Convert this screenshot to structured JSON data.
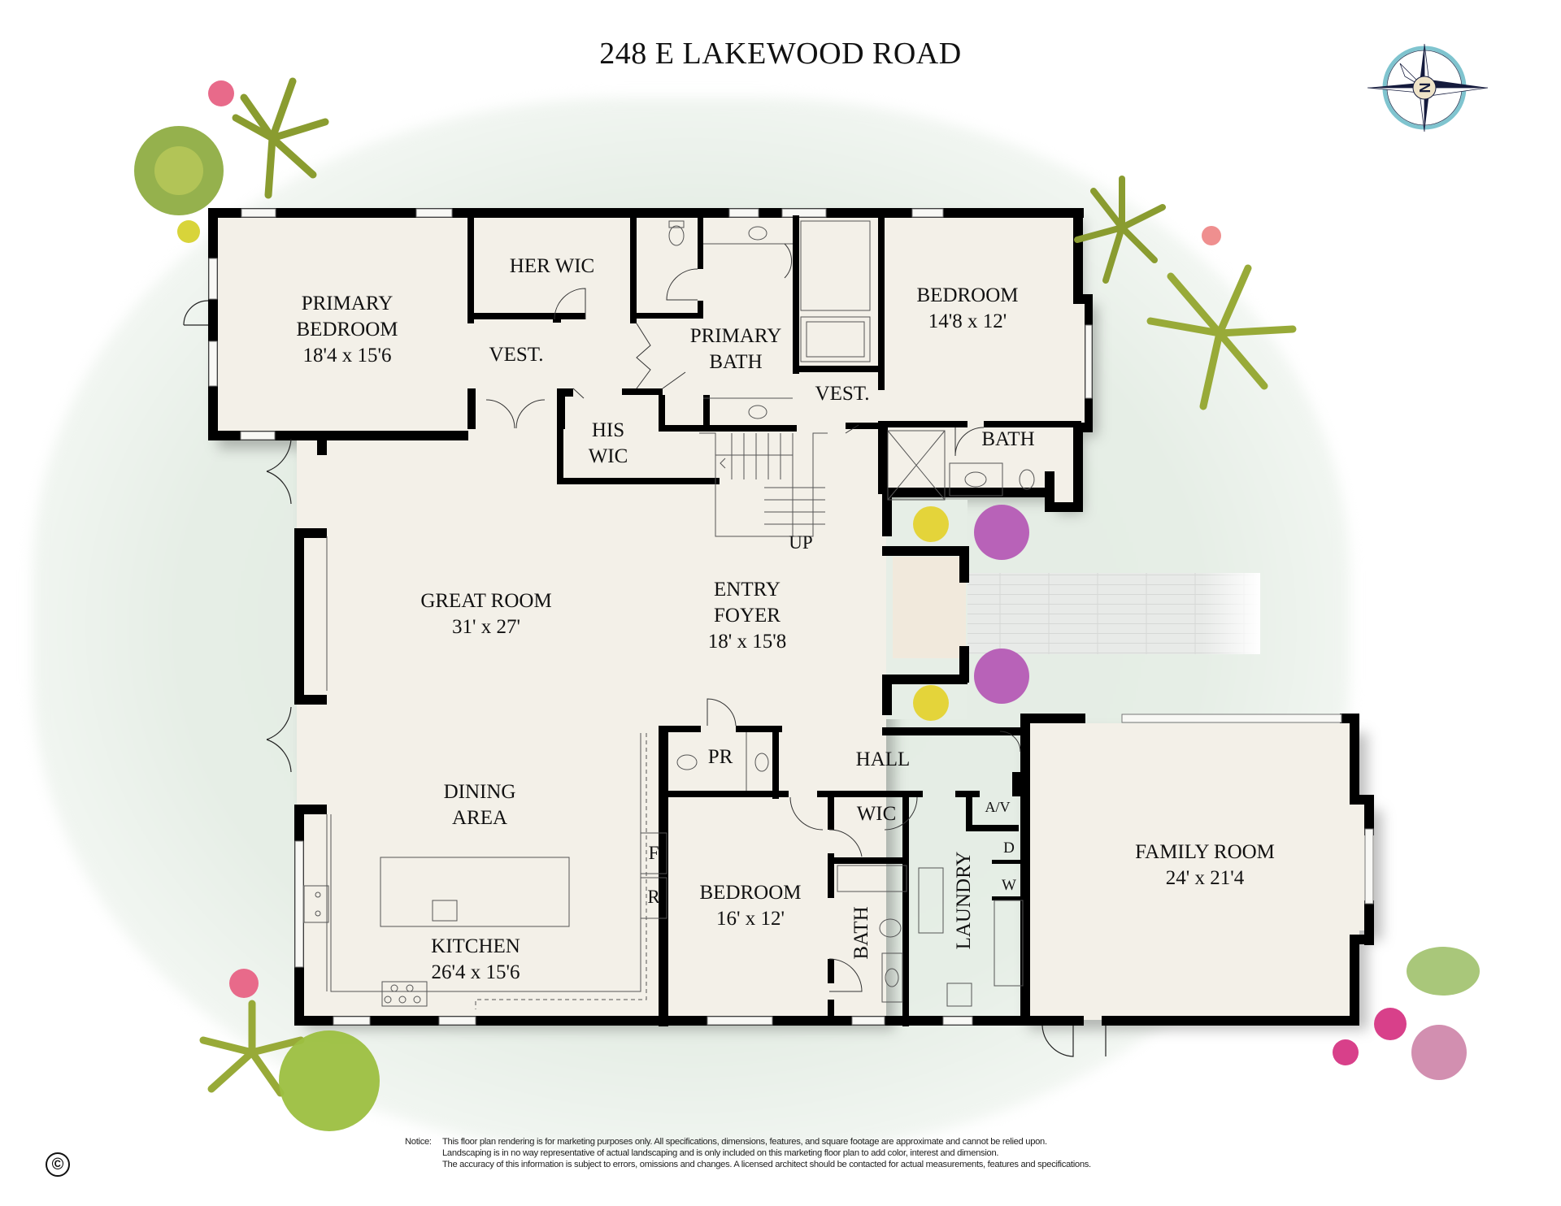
{
  "header": {
    "title": "248 E LAKEWOOD ROAD"
  },
  "compass": {
    "label": "N",
    "ring_color": "#7fc4cf",
    "star_color": "#141a3c",
    "center_color": "#efe3c8"
  },
  "colors": {
    "floor": "#f3f0e8",
    "wall": "#000000",
    "landscape": "#e3ece3",
    "walkway": "#e9ebe9",
    "fixture_line": "#555555"
  },
  "rooms": {
    "primary_bedroom": {
      "name_line1": "PRIMARY",
      "name_line2": "BEDROOM",
      "dims": "18'4 x 15'6"
    },
    "her_wic": {
      "name": "HER WIC"
    },
    "vest_primary": {
      "name": "VEST."
    },
    "primary_bath": {
      "name_line1": "PRIMARY",
      "name_line2": "BATH"
    },
    "his_wic": {
      "name_line1": "HIS",
      "name_line2": "WIC"
    },
    "bedroom_ne": {
      "name": "BEDROOM",
      "dims": "14'8 x 12'"
    },
    "vest_ne": {
      "name": "VEST."
    },
    "bath_ne": {
      "name": "BATH"
    },
    "stair": {
      "label": "UP"
    },
    "great_room": {
      "name": "GREAT ROOM",
      "dims": "31' x 27'"
    },
    "entry_foyer": {
      "name_line1": "ENTRY",
      "name_line2": "FOYER",
      "dims": "18' x 15'8"
    },
    "dining_area": {
      "name_line1": "DINING",
      "name_line2": "AREA"
    },
    "kitchen": {
      "name": "KITCHEN",
      "dims": "26'4 x 15'6"
    },
    "freezer": {
      "label": "F"
    },
    "refrigerator": {
      "label": "R"
    },
    "powder_room": {
      "name": "PR"
    },
    "hall": {
      "name": "HALL"
    },
    "bedroom_s": {
      "name": "BEDROOM",
      "dims": "16' x 12'"
    },
    "wic_s": {
      "name": "WIC"
    },
    "bath_s": {
      "name": "BATH"
    },
    "laundry": {
      "name": "LAUNDRY"
    },
    "av_closet": {
      "label": "A/V"
    },
    "dryer": {
      "label": "D"
    },
    "washer": {
      "label": "W"
    },
    "family_room": {
      "name": "FAMILY ROOM",
      "dims": "24' x 21'4"
    }
  },
  "footer": {
    "notice_label": "Notice:",
    "notice_lines": [
      "This floor plan rendering is for marketing purposes only. All specifications, dimensions, features, and square footage are approximate and cannot be relied upon.",
      "Landscaping is in no way representative of actual landscaping and is only included on this marketing floor plan to add color, interest and dimension.",
      "The accuracy of this information is subject to errors, omissions and changes. A licensed architect should be contacted for actual measurements, features and specifications."
    ],
    "copyright_symbol": "©"
  }
}
